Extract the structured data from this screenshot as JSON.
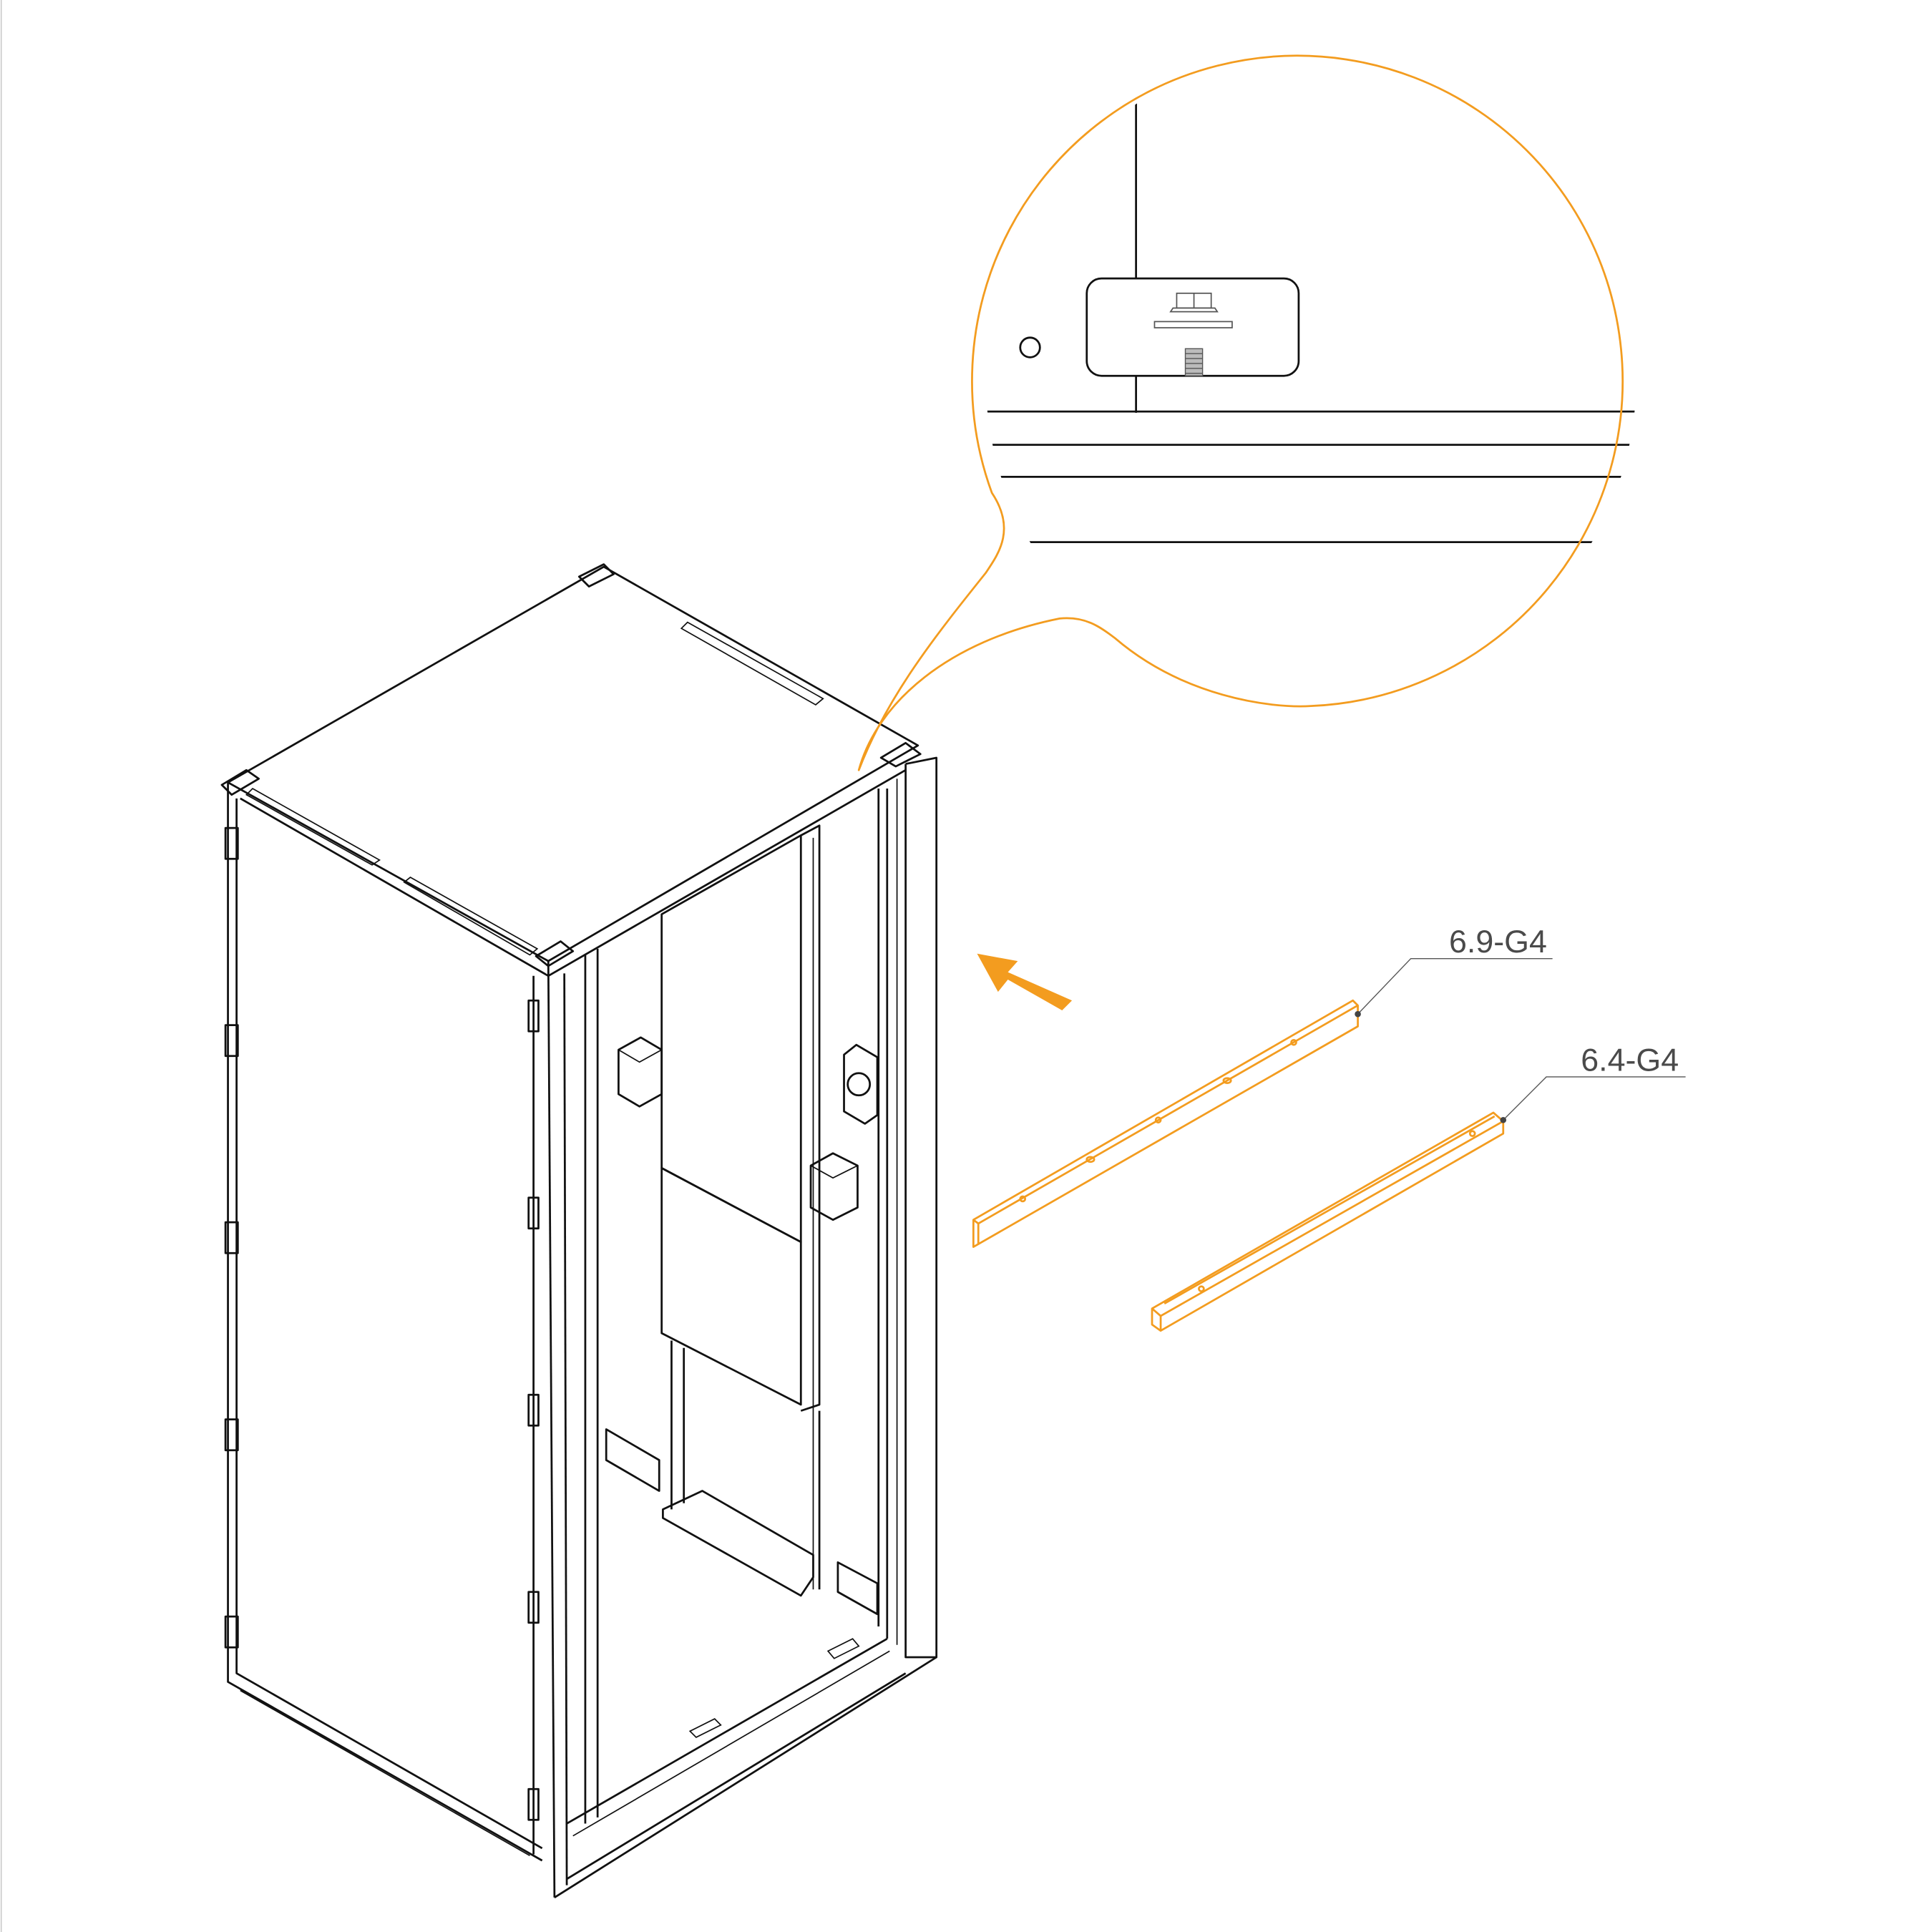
{
  "diagram": {
    "parts": [
      {
        "label": "6.9-G4"
      },
      {
        "label": "6.4-G4"
      }
    ],
    "accent_color": "#f39c1f",
    "line_color": "#111111",
    "label_color": "#4a4a4a",
    "icons": [
      "assembly-arrow-icon",
      "detail-callout-bubble",
      "flange-nut-icon",
      "washer-icon",
      "threaded-stud-icon"
    ]
  }
}
